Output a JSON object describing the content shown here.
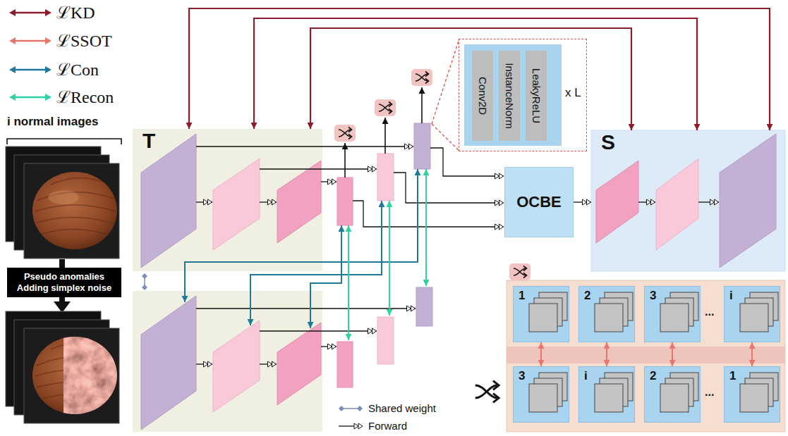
{
  "diagram": {
    "nodes": [
      {
        "text": [
          "T"
        ]
      },
      {
        "text": [
          "x L"
        ]
      },
      {
        "text": [
          "Conv2D"
        ],
        "in": 1
      },
      {
        "text": [
          "InstanceNorm"
        ],
        "in": 1
      },
      {
        "text": [
          "LeakyReLU"
        ],
        "in": 1
      },
      {
        "text": [
          "OCBE"
        ]
      },
      {
        "text": [
          "S"
        ]
      },
      {
        "text": [
          "Pseudo anomalies",
          "Adding simplex noise"
        ]
      },
      {
        "text": [
          "1"
        ]
      },
      {
        "text": [
          "2"
        ]
      },
      {
        "text": [
          "3"
        ]
      },
      {
        "text": [
          "i"
        ]
      },
      {
        "text": [
          "3"
        ]
      },
      {
        "text": [
          "i"
        ]
      },
      {
        "text": [
          "2"
        ]
      },
      {
        "text": [
          "1"
        ]
      }
    ],
    "edges": [
      {
        "from": 5,
        "to": 6,
        "arrow": "to"
      },
      {
        "from": 0,
        "to": 6,
        "arrow": "both"
      },
      {
        "from": 0,
        "to": 6,
        "arrow": "both"
      },
      {
        "from": 0,
        "to": 6,
        "arrow": "both"
      },
      {
        "from": 8,
        "to": 12,
        "arrow": "both"
      },
      {
        "from": 9,
        "to": 13,
        "arrow": "both"
      },
      {
        "from": 10,
        "to": 14,
        "arrow": "both"
      },
      {
        "from": 11,
        "to": 15,
        "arrow": "both"
      }
    ],
    "labels": [
      "i normal images",
      "...",
      "..."
    ],
    "legend": [
      {
        "text": "ℒKD",
        "color": "#8b1c2c"
      },
      {
        "text": "ℒSSOT",
        "color": "#e8776a"
      },
      {
        "text": "ℒCon",
        "color": "#1f7a9a"
      },
      {
        "text": "ℒRecon",
        "color": "#2fd3a3"
      },
      {
        "text": "Shared weight"
      },
      {
        "text": "Forward"
      }
    ]
  }
}
